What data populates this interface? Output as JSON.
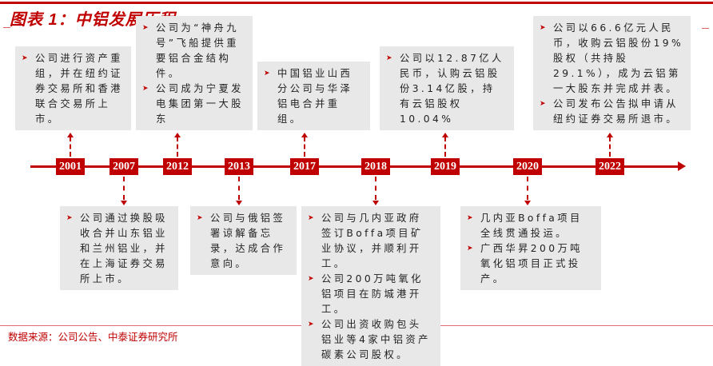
{
  "title": "图表 1：中铝发展历程",
  "source": "数据来源：公司公告、中泰证券研究所",
  "accent_color": "#c00000",
  "bullet_icon": "arrow-bullet",
  "timeline": {
    "years": [
      "2001",
      "2007",
      "2012",
      "2013",
      "2017",
      "2018",
      "2019",
      "2020",
      "2022"
    ]
  },
  "events": [
    {
      "year": "2001",
      "position": "above",
      "items": [
        "公司进行资产重组，并在纽约证券交易所和香港联合交易所上市。"
      ]
    },
    {
      "year": "2007",
      "position": "below",
      "items": [
        "公司通过换股吸收合并山东铝业和兰州铝业，并在上海证券交易所上市。"
      ]
    },
    {
      "year": "2012",
      "position": "above",
      "items": [
        "公司为“神舟九号”飞船提供重要铝合金结构件。",
        "公司成为宁夏发电集团第一大股东"
      ]
    },
    {
      "year": "2013",
      "position": "below",
      "items": [
        "公司与俄铝签署谅解备忘录，达成合作意向。"
      ]
    },
    {
      "year": "2017",
      "position": "above",
      "items": [
        "中国铝业山西分公司与华泽铝电合并重组。"
      ]
    },
    {
      "year": "2018",
      "position": "below",
      "items": [
        "公司与几内亚政府签订Boffa项目矿业协议，并顺利开工。",
        "公司200万吨氧化铝项目在防城港开工。",
        "公司出资收购包头铝业等4家中铝资产碳素公司股权。"
      ]
    },
    {
      "year": "2019",
      "position": "above",
      "items": [
        "公司以12.87亿人民币，认购云铝股份3.14亿股，持有云铝股权10.04%"
      ]
    },
    {
      "year": "2020",
      "position": "below",
      "items": [
        "几内亚Boffa项目全线贯通投运。",
        "广西华昇200万吨氧化铝项目正式投产。"
      ]
    },
    {
      "year": "2022",
      "position": "above",
      "items": [
        "公司以66.6亿元人民币，收购云铝股份19%股权（共持股29.1%），成为云铝第一大股东并完成并表。",
        "公司发布公告拟申请从纽约证券交易所退市。"
      ]
    }
  ]
}
